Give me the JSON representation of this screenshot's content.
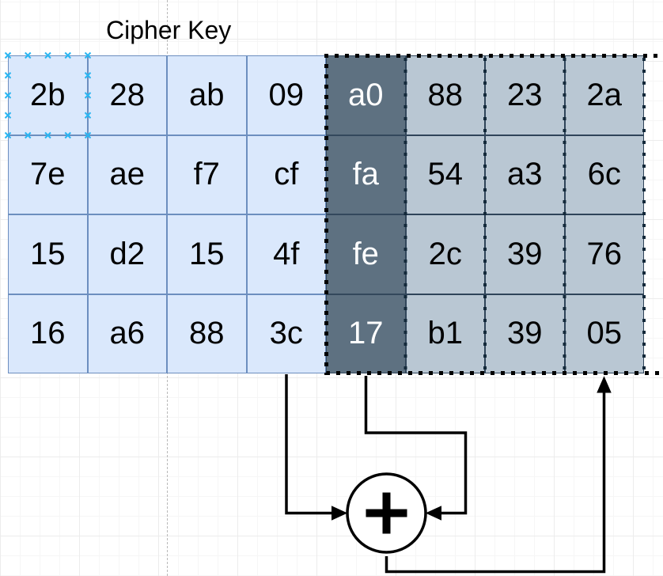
{
  "title": "Cipher Key",
  "grid": {
    "columns": 8,
    "rows_count": 4,
    "rows": [
      [
        "2b",
        "28",
        "ab",
        "09",
        "a0",
        "88",
        "23",
        "2a"
      ],
      [
        "7e",
        "ae",
        "f7",
        "cf",
        "fa",
        "54",
        "a3",
        "6c"
      ],
      [
        "15",
        "d2",
        "15",
        "4f",
        "fe",
        "2c",
        "39",
        "76"
      ],
      [
        "16",
        "a6",
        "88",
        "3c",
        "17",
        "b1",
        "39",
        "05"
      ]
    ],
    "column_styles": [
      "light",
      "light",
      "light",
      "light",
      "dark",
      "gray",
      "gray",
      "gray"
    ]
  },
  "operator": {
    "name": "xor",
    "glyph": "+"
  },
  "selection": {
    "active_cell": "2b"
  },
  "colors": {
    "canvas_bg": "#ffffff",
    "light_cell_fill": "#dae8fc",
    "light_cell_border": "#6c8ebf",
    "dark_cell_fill": "#5e7181",
    "dark_cell_text": "#ffffff",
    "gray_cell_fill": "#b9c7d3",
    "gray_cell_border": "#2f4459",
    "cell_text": "#000000",
    "selection_handle": "#29b6f2",
    "marquee_dash": "#000000",
    "arrow": "#000000",
    "page_guide": "#b9b9b9"
  }
}
